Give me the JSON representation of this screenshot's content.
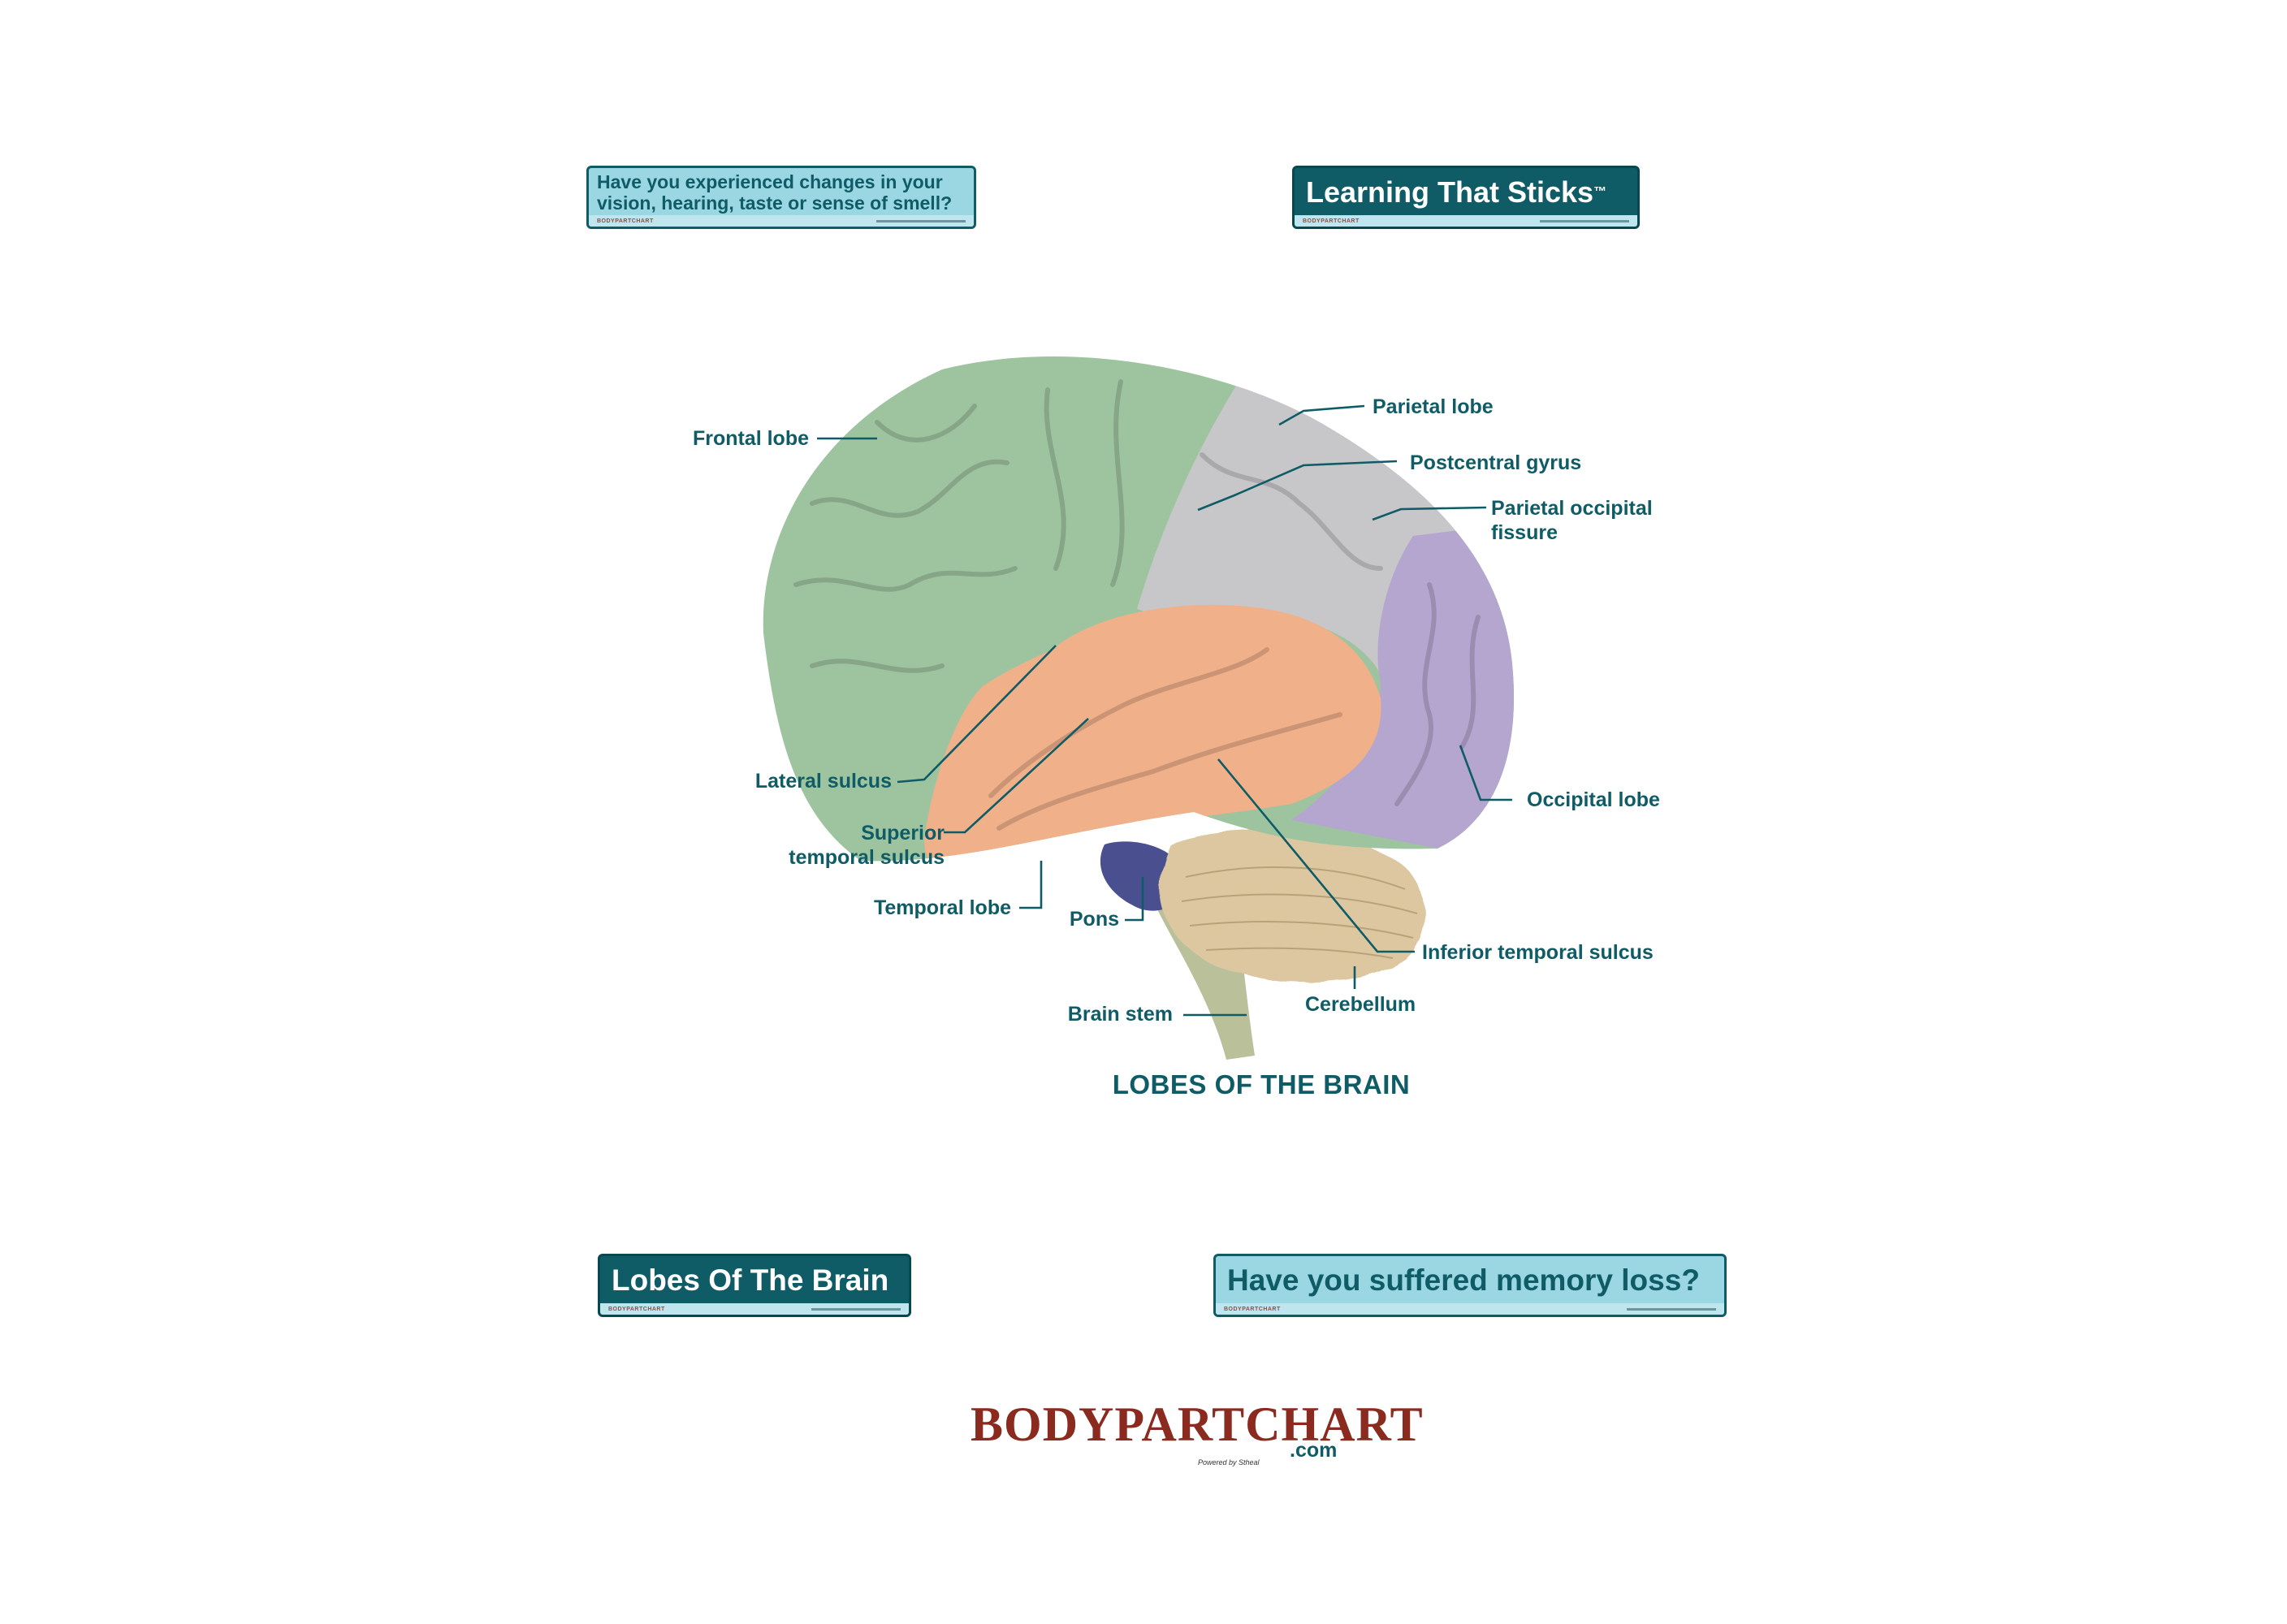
{
  "stickers": {
    "question_senses": "Have you experienced changes in your vision, hearing, taste or sense of smell?",
    "learning": "Learning That Sticks",
    "learning_tm": "™",
    "lobes": "Lobes Of The Brain",
    "memory": "Have you suffered memory loss?"
  },
  "diagram": {
    "title": "LOBES OF THE BRAIN",
    "labels": {
      "frontal_lobe": "Frontal lobe",
      "parietal_lobe": "Parietal lobe",
      "postcentral_gyrus": "Postcentral gyrus",
      "parietal_occipital_1": "Parietal occipital",
      "parietal_occipital_2": "fissure",
      "lateral_sulcus": "Lateral sulcus",
      "superior_temporal_1": "Superior",
      "superior_temporal_2": "temporal sulcus",
      "temporal_lobe": "Temporal lobe",
      "occipital_lobe": "Occipital lobe",
      "pons": "Pons",
      "inferior_temporal": "Inferior temporal sulcus",
      "cerebellum": "Cerebellum",
      "brain_stem": "Brain stem"
    },
    "colors": {
      "frontal": "#9ec49f",
      "parietal": "#c7c7c9",
      "temporal": "#efb08a",
      "occipital": "#b5a6cf",
      "cerebellum": "#dcc7a1",
      "pons": "#4a4f8f",
      "stem": "#b9c09a",
      "accent": "#0f5c66"
    }
  },
  "brand": {
    "name": "BODYPARTCHART",
    "domain": ".com",
    "powered": "Powered by Stheal"
  }
}
